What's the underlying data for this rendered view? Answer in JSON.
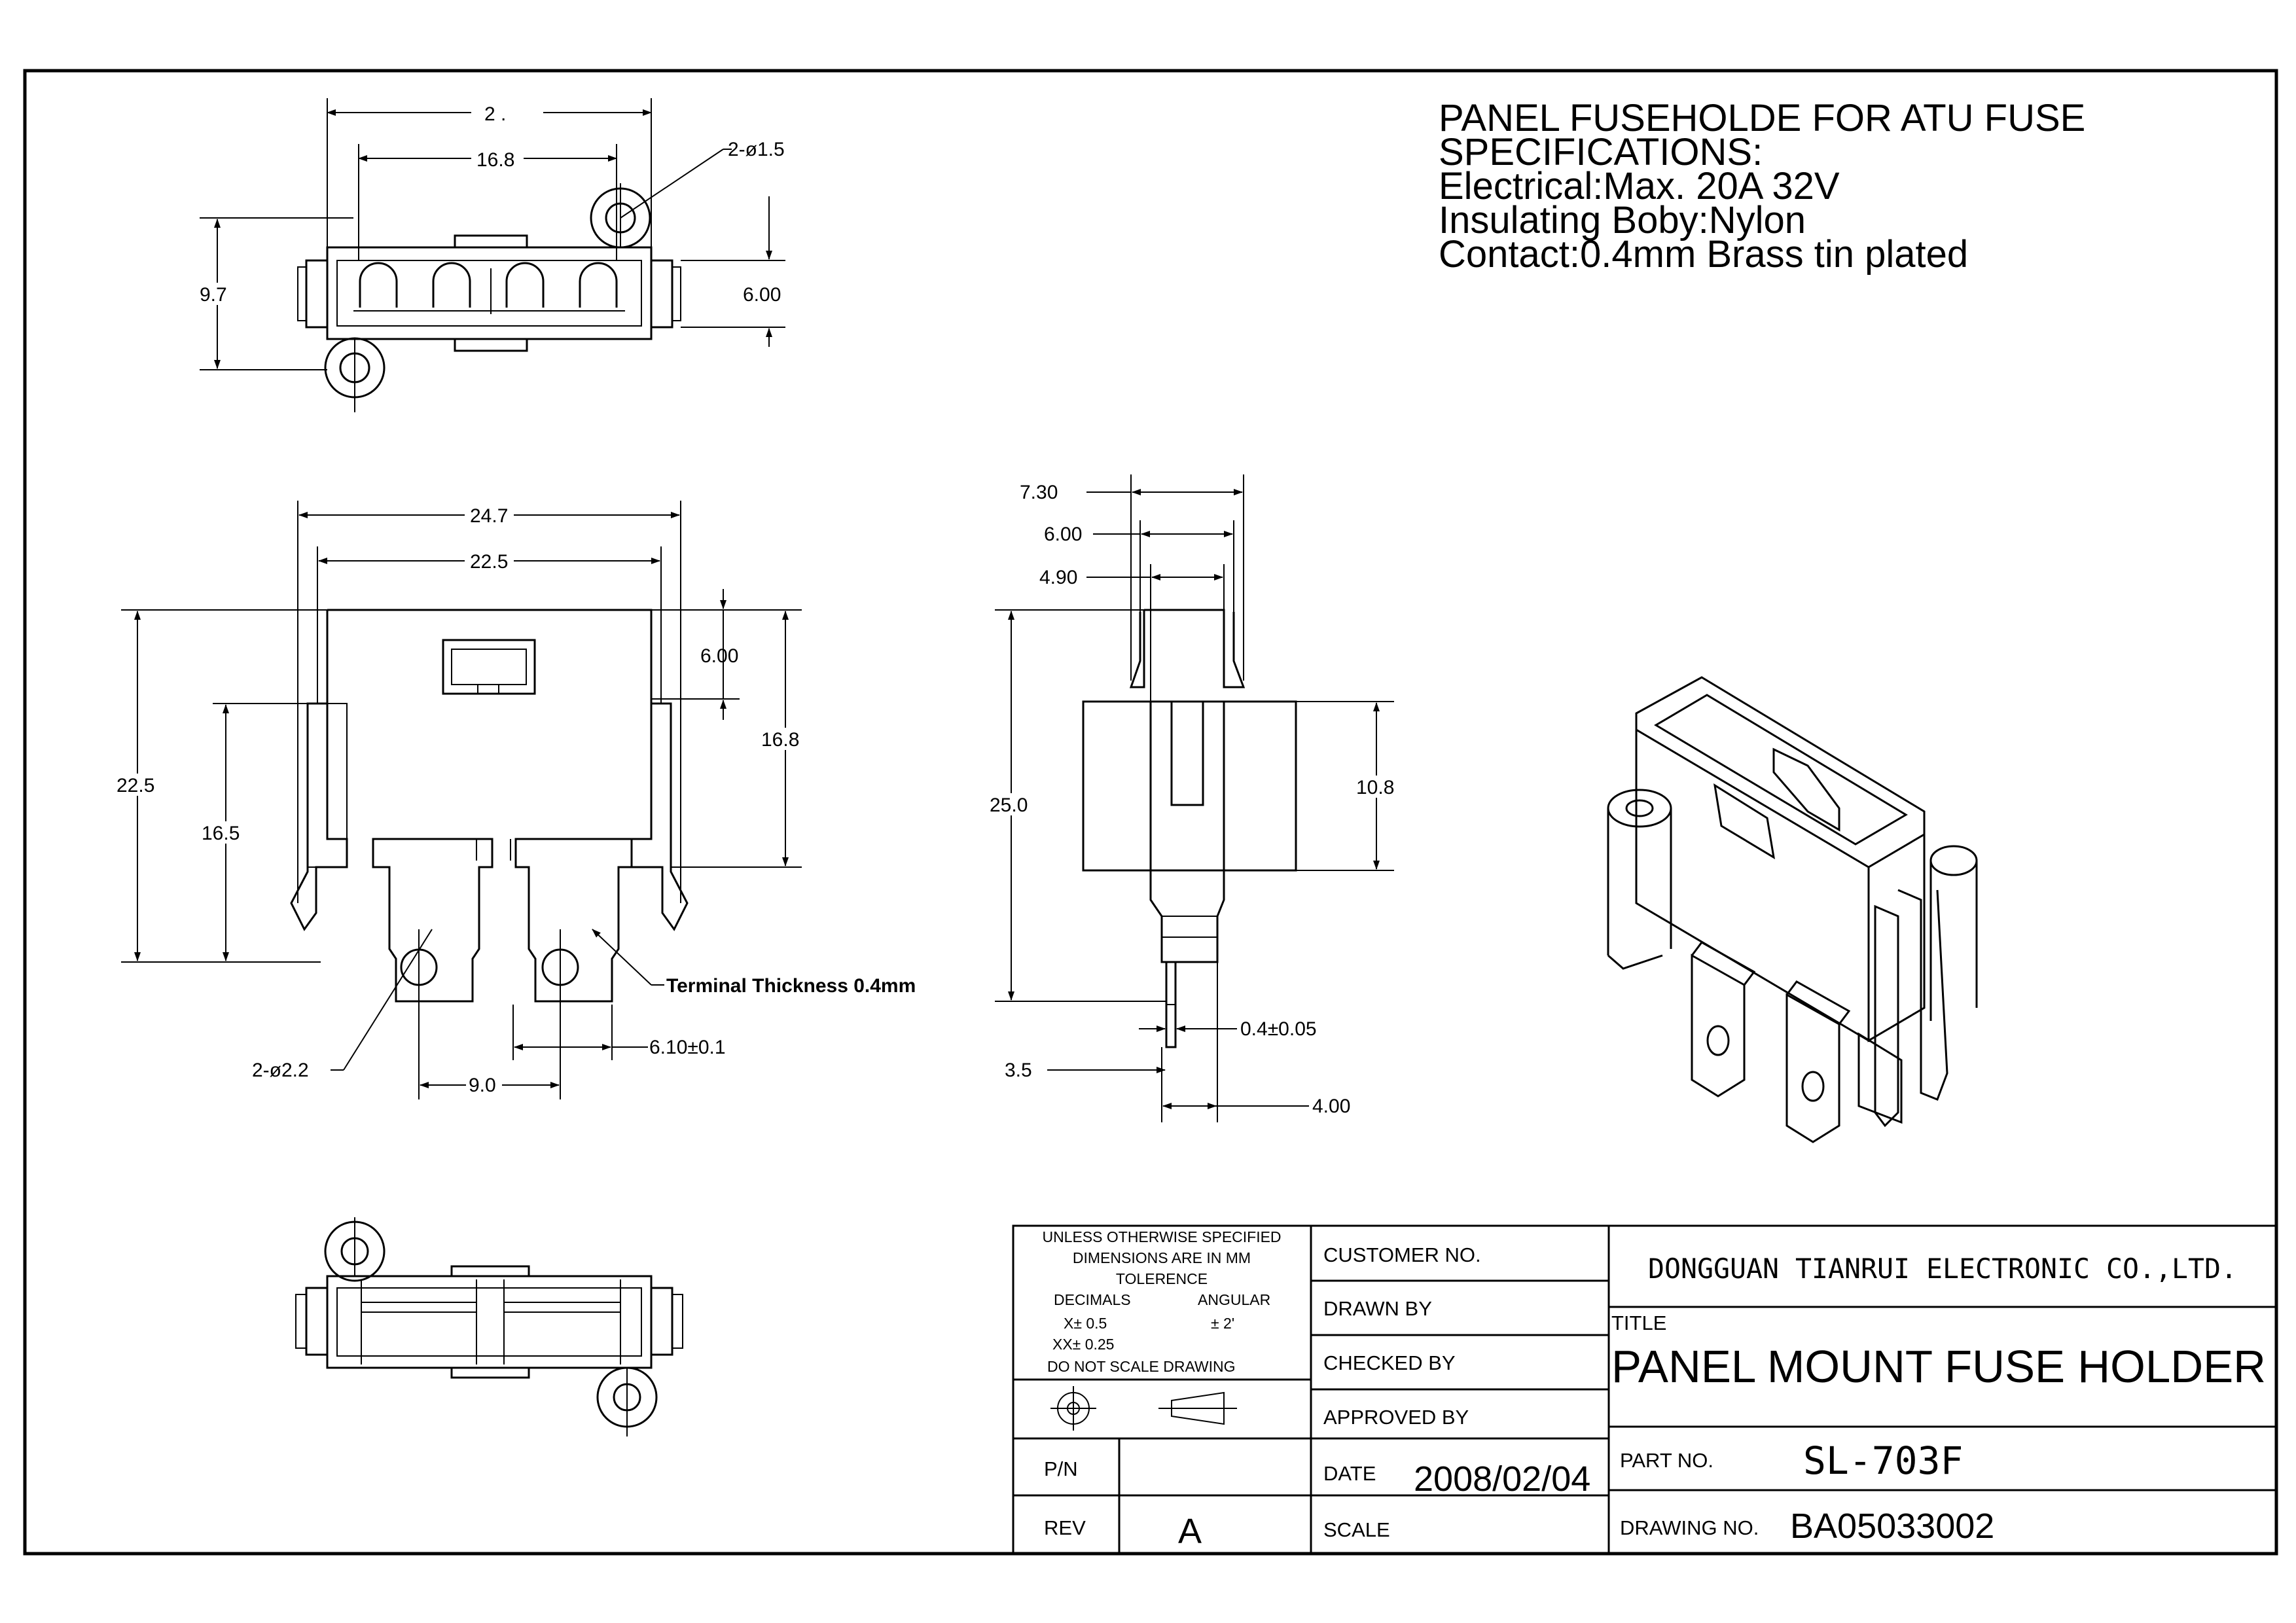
{
  "specifications": {
    "line1": "PANEL FUSEHOLDE FOR ATU FUSE",
    "line2": "SPECIFICATIONS:",
    "line3": "Electrical:Max. 20A 32V",
    "line4": "Insulating Boby:Nylon",
    "line5": "Contact:0.4mm Brass tin plated"
  },
  "top_view_dims": {
    "overall_width": "2 .",
    "inner_width": "16.8",
    "hole": "2-ø1.5",
    "height": "9.7",
    "depth": "6.00"
  },
  "front_view_dims": {
    "width_outer": "24.7",
    "width_inner": "22.5",
    "height_total": "22.5",
    "height_body": "16.5",
    "window": "6.00",
    "right_height": "16.8",
    "terminal_thickness": "Terminal Thickness 0.4mm",
    "terminal_hole": "2-ø2.2",
    "terminal_width": "6.10±0.1",
    "terminal_pitch": "9.0"
  },
  "side_view_dims": {
    "d1": "7.30",
    "d2": "6.00",
    "d3": "4.90",
    "height": "25.0",
    "flange": "10.8",
    "thickness": "0.4±0.05",
    "tip": "3.5",
    "tip_width": "4.00"
  },
  "title_block": {
    "tolerance_lines": [
      "UNLESS OTHERWISE SPECIFIED",
      "DIMENSIONS ARE IN MM",
      "TOLERENCE"
    ],
    "decimals_label": "DECIMALS",
    "angular_label": "ANGULAR",
    "x_tol": "X±  0.5",
    "angular_tol": "±  2'",
    "xx_tol": "XX± 0.25",
    "no_scale": "DO NOT SCALE DRAWING",
    "pn_label": "P/N",
    "rev_label": "REV",
    "rev_value": "A",
    "customer_no": "CUSTOMER NO.",
    "drawn_by": "DRAWN BY",
    "checked_by": "CHECKED BY",
    "approved_by": "APPROVED BY",
    "date_label": "DATE",
    "date_value": "2008/02/04",
    "scale_label": "SCALE",
    "company": "DONGGUAN TIANRUI ELECTRONIC CO.,LTD.",
    "title_label": "TITLE",
    "title_value": "PANEL MOUNT FUSE HOLDER",
    "part_no_label": "PART NO.",
    "part_no_value": "SL-703F",
    "drawing_no_label": "DRAWING NO.",
    "drawing_no_value": "BA05033002"
  }
}
